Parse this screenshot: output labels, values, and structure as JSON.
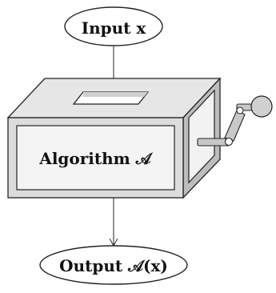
{
  "diagram": {
    "input_label": "Input x",
    "algorithm_label": "Algorithm 𝒜",
    "output_label": "Output 𝒜(x)"
  },
  "colors": {
    "stroke": "#222222",
    "box_top": "#e6e6e6",
    "box_front": "#dcdcdc",
    "box_front_panel": "#f4f4f4",
    "box_side": "#bdbdbd",
    "box_side_panel": "#f2f2f2",
    "crank_handle": "#c8c8c8",
    "knob": "#d0d0d0",
    "slot": "#ffffff"
  },
  "icons": [
    "crank-handle-icon"
  ]
}
